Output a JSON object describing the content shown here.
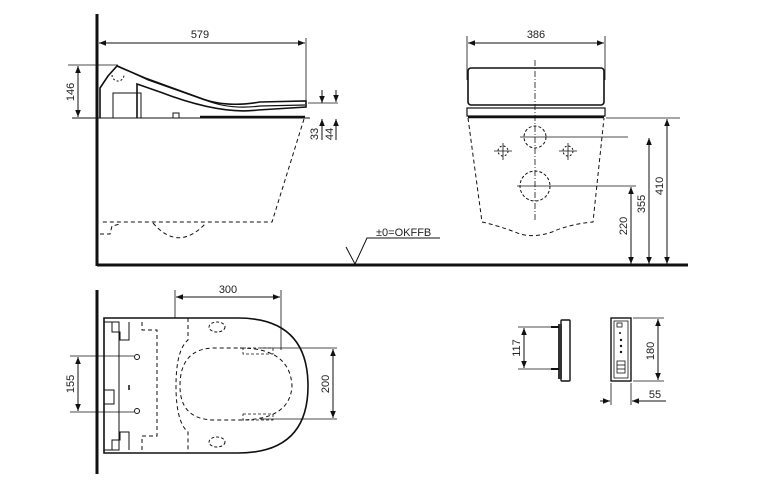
{
  "drawing": {
    "type": "technical dimension drawing",
    "subject": "wall-hung shower toilet with remote control",
    "line_color": "#111111",
    "background": "#ffffff"
  },
  "side_view": {
    "dimensions": {
      "depth": "579",
      "seat_height_above_rim": "146",
      "rim_offset_a": "33",
      "rim_offset_b": "44"
    },
    "floor_reference": "±0=OKFFB"
  },
  "front_view": {
    "dimensions": {
      "width": "386",
      "overall_height": "410",
      "inlet_height": "355",
      "outlet_height": "220"
    }
  },
  "top_view": {
    "dimensions": {
      "fixing_to_bowl": "300",
      "bolt_spacing": "155",
      "bowl_opening_width": "200"
    }
  },
  "remote_control": {
    "dimensions": {
      "bracket_spacing": "117",
      "height": "180",
      "depth": "55"
    }
  }
}
